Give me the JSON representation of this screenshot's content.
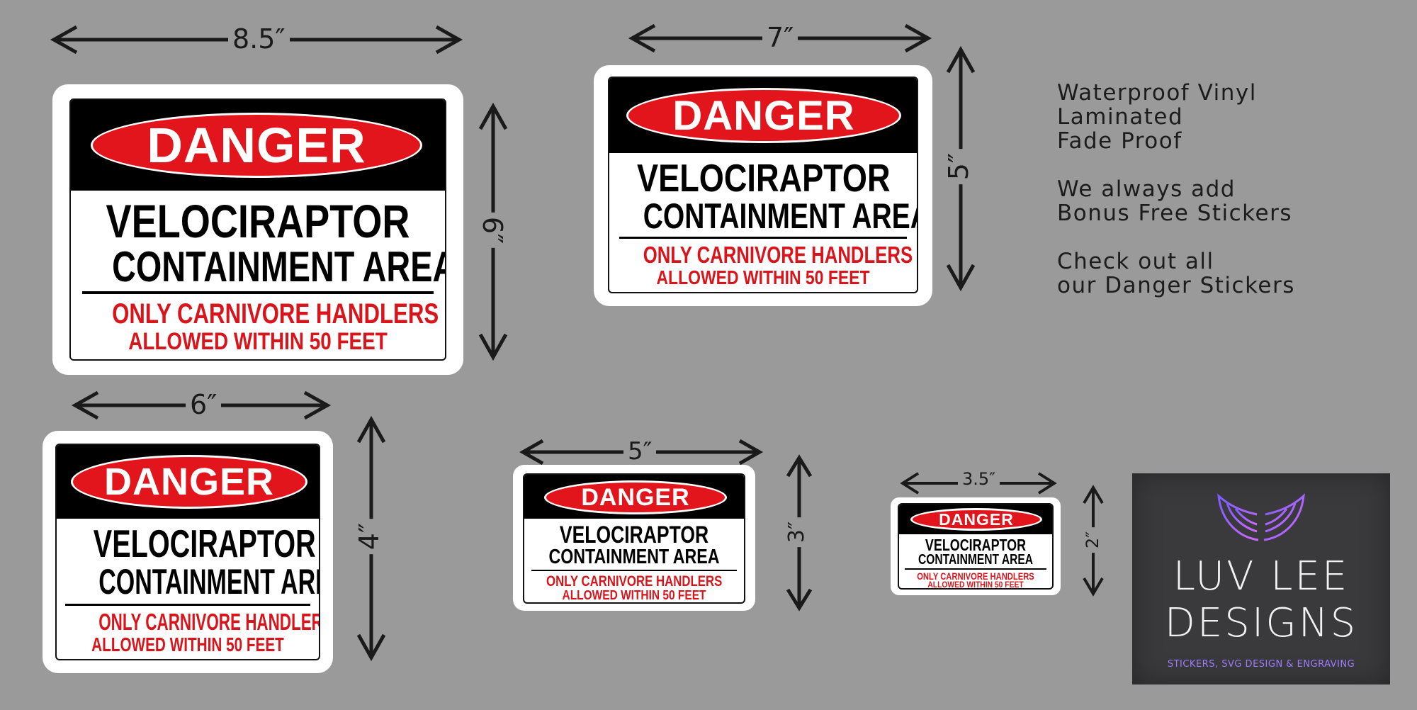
{
  "sign": {
    "header": "DANGER",
    "line1": "VELOCIRAPTOR",
    "line2": "CONTAINMENT AREA",
    "line3": "ONLY CARNIVORE HANDLERS",
    "line4": "ALLOWED WITHIN 50 FEET"
  },
  "dimensions": {
    "s85_w": "8.5″",
    "s85_h": "6″",
    "s7_w": "7″",
    "s7_h": "5″",
    "s6_w": "6″",
    "s6_h": "4″",
    "s5_w": "5″",
    "s5_h": "3″",
    "s35_w": "3.5″",
    "s35_h": "2″"
  },
  "info": {
    "features": [
      "Waterproof Vinyl",
      "Laminated",
      "Fade Proof"
    ],
    "bonus": [
      "We always add",
      "Bonus Free Stickers"
    ],
    "cta": [
      "Check out all",
      "our Danger Stickers"
    ]
  },
  "logo": {
    "line1": "LUV LEE",
    "line2": "DESIGNS",
    "tagline": "STICKERS, SVG DESIGN & ENGRAVING"
  },
  "colors": {
    "background": "#9a9a9a",
    "danger_red": "#e3151c",
    "text_red": "#d9141b",
    "logo_bg": "#3a3a3c"
  }
}
